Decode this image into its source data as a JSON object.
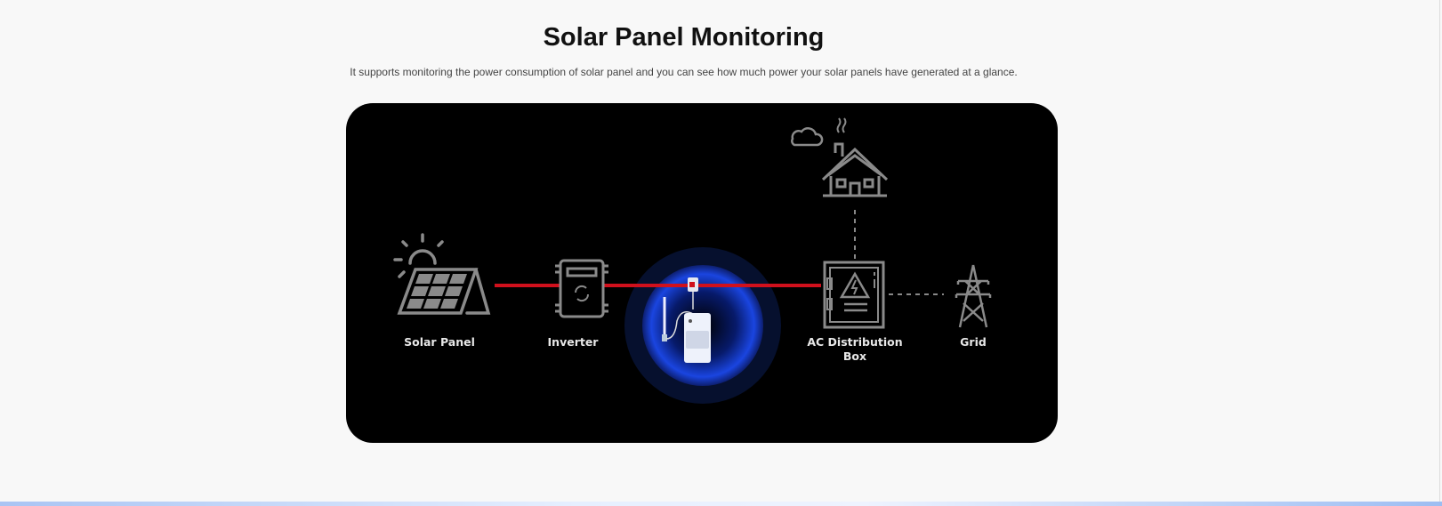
{
  "header": {
    "title": "Solar Panel Monitoring",
    "subtitle": "It supports monitoring the power consumption of solar panel and you can see how much power your solar panels have generated at a glance."
  },
  "diagram": {
    "nodes": [
      {
        "label": "Solar Panel",
        "icon": "solar-panel-icon"
      },
      {
        "label": "Inverter",
        "icon": "inverter-icon"
      },
      {
        "label": "",
        "icon": "power-meter-device-icon"
      },
      {
        "label": "AC Distribution",
        "label2": "Box",
        "icon": "distribution-box-icon"
      },
      {
        "label": "Grid",
        "icon": "power-tower-icon"
      },
      {
        "label": "",
        "icon": "house-icon"
      }
    ],
    "colors": {
      "power_line": "#d0101c",
      "icon": "#8a8a8a",
      "glow": "#1a3fd0"
    }
  }
}
